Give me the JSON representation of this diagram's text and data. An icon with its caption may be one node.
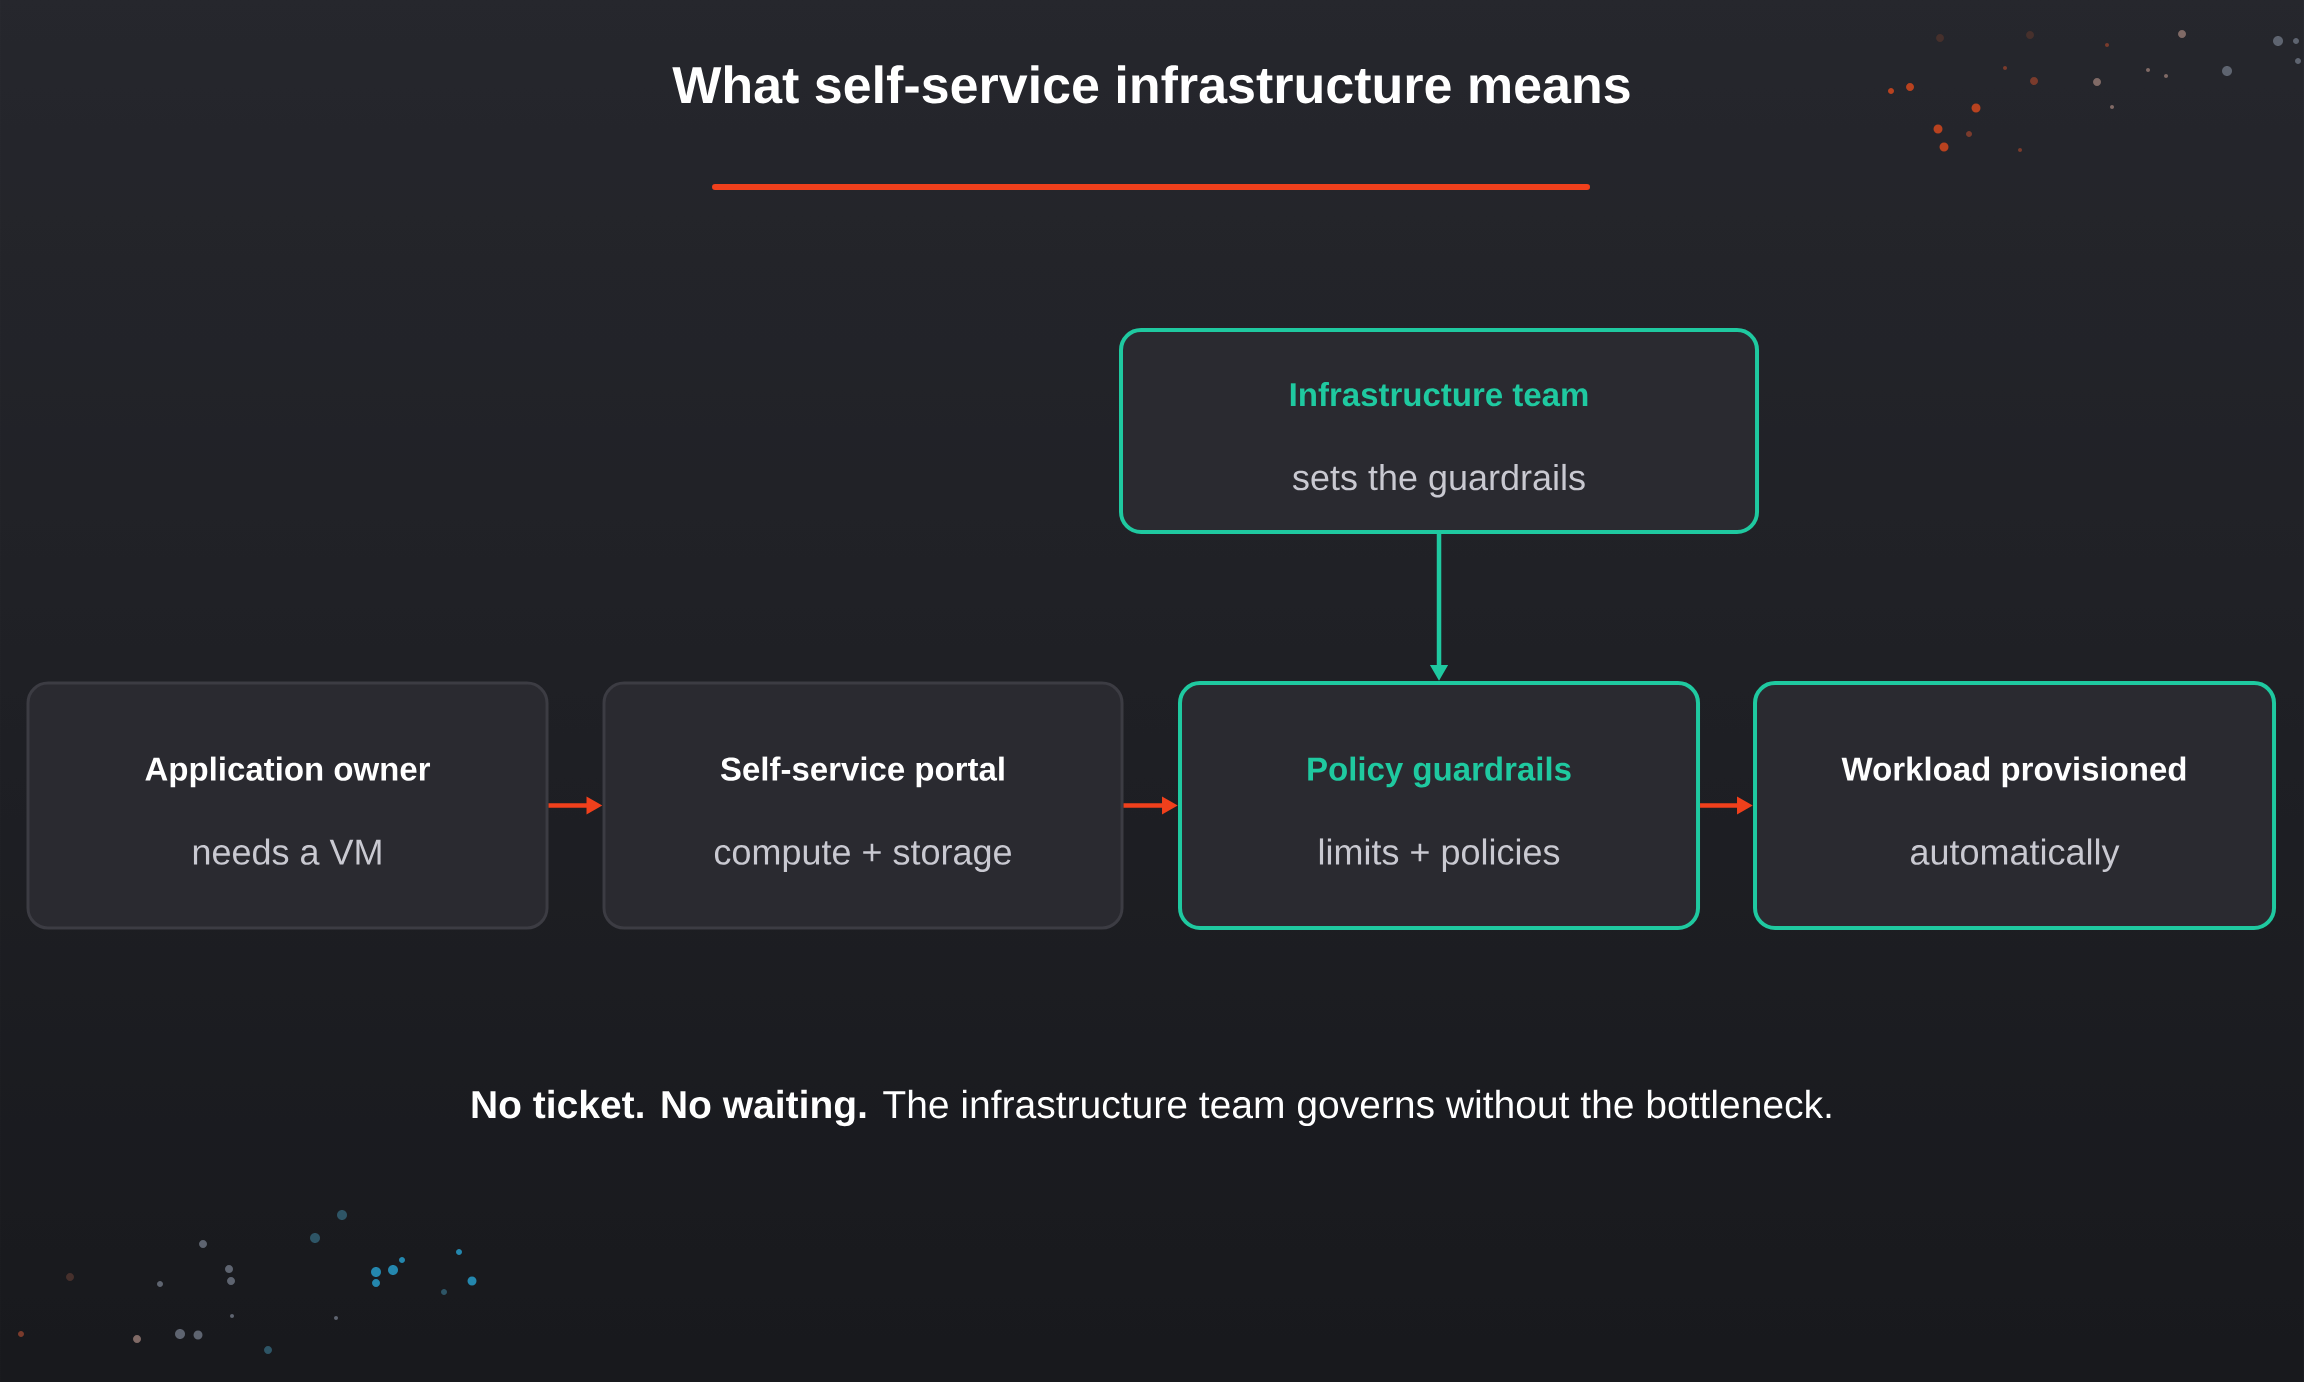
{
  "diagram": {
    "title": "What self-service infrastructure means",
    "nodes": [
      {
        "text": [
          "Infrastructure team",
          "sets the guardrails"
        ]
      },
      {
        "text": [
          "Application owner",
          "needs a VM"
        ]
      },
      {
        "text": [
          "Self-service portal",
          "compute + storage"
        ]
      },
      {
        "text": [
          "Policy guardrails",
          "limits + policies"
        ]
      },
      {
        "text": [
          "Workload provisioned",
          "automatically"
        ]
      }
    ],
    "edges": [
      {
        "from": 1,
        "to": 2,
        "arrow": "to"
      },
      {
        "from": 2,
        "to": 3,
        "arrow": "to"
      },
      {
        "from": 3,
        "to": 4,
        "arrow": "to"
      },
      {
        "from": 0,
        "to": 3,
        "arrow": "to",
        "color": "#1fc9a0"
      }
    ],
    "caption": "**No ticket. No waiting.** The infrastructure team governs without the bottleneck."
  }
}
